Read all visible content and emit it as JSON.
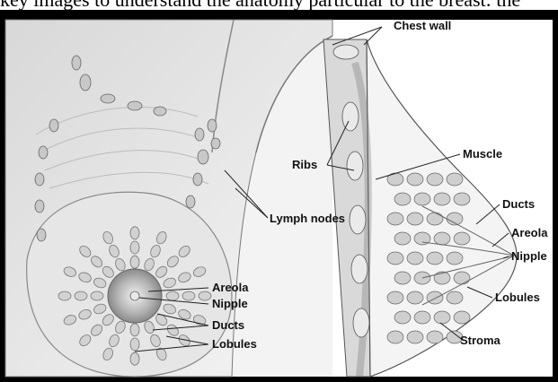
{
  "caption": {
    "text": "key images to understand the anatomy particular to the breast: the"
  },
  "left_diagram": {
    "labels": {
      "lymph_nodes": "Lymph nodes",
      "areola": "Areola",
      "nipple": "Nipple",
      "ducts": "Ducts",
      "lobules": "Lobules"
    }
  },
  "right_diagram": {
    "labels": {
      "chest_wall": "Chest wall",
      "ribs": "Ribs",
      "muscle": "Muscle",
      "ducts": "Ducts",
      "areola": "Areola",
      "nipple": "Nipple",
      "lobules": "Lobules",
      "stroma": "Stroma"
    }
  },
  "colors": {
    "frame": "#000000",
    "skin": "#e9e9e9",
    "node": "#c8c8c8",
    "label": "#111111"
  }
}
